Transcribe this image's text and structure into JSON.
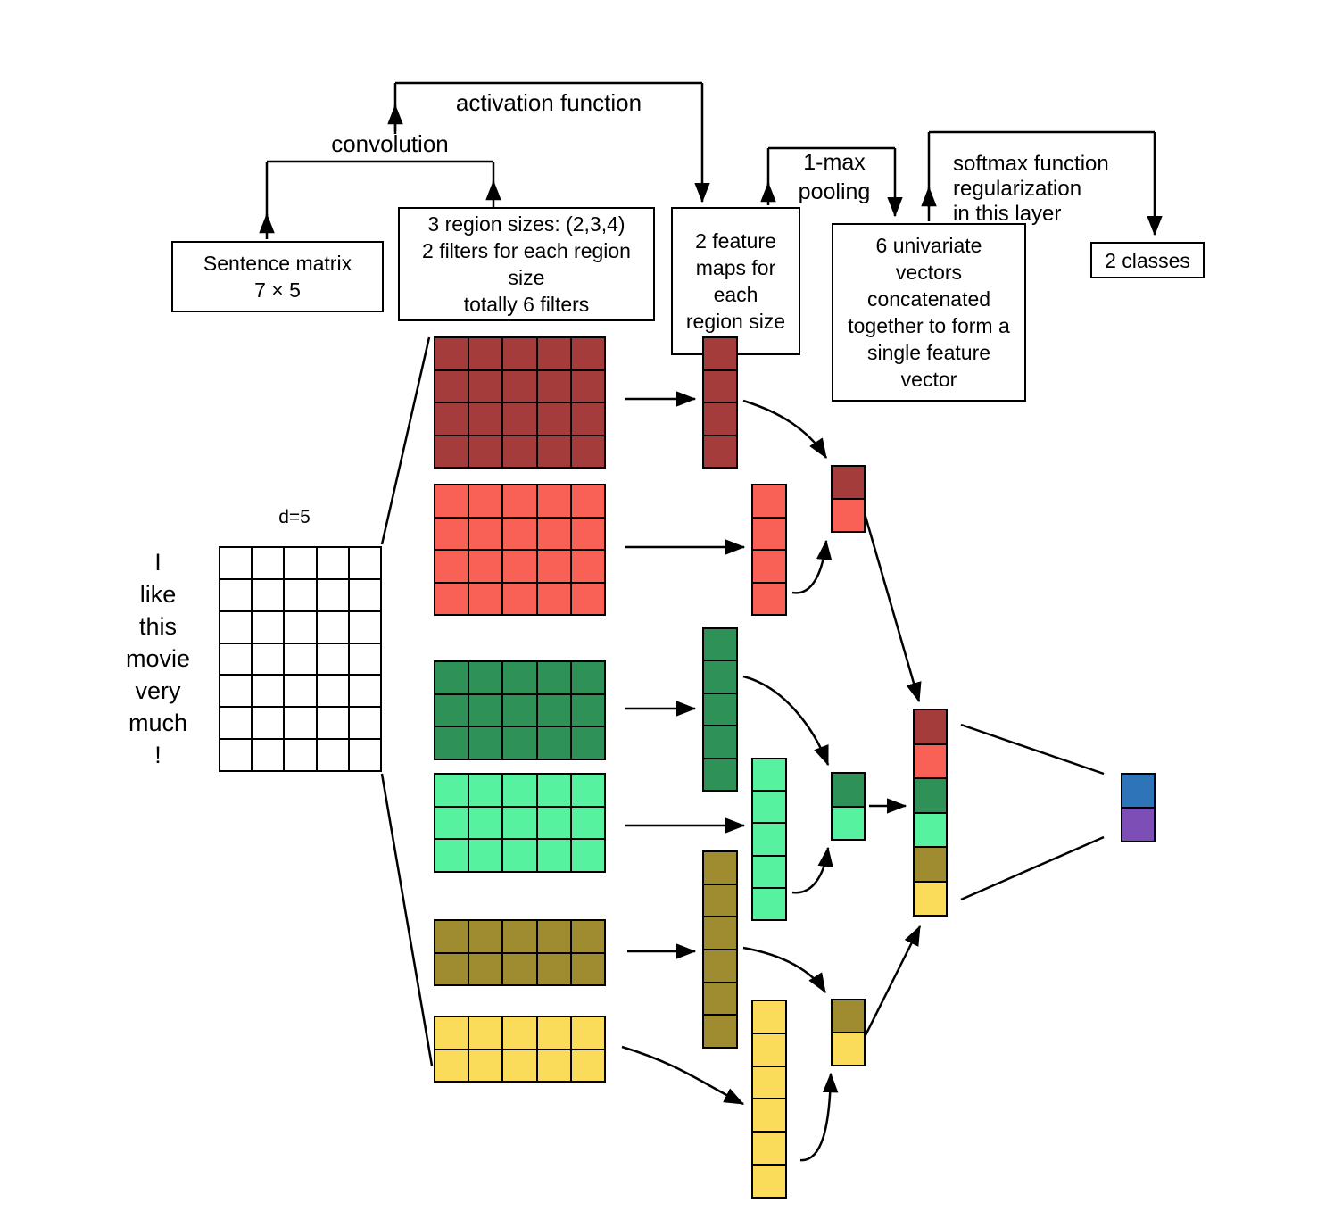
{
  "labels": {
    "activation_function": "activation function",
    "convolution": "convolution",
    "pooling": [
      "1-max",
      "pooling"
    ],
    "softmax": [
      "softmax function",
      "regularization",
      "in this layer"
    ],
    "d": "d=5"
  },
  "boxes": {
    "sentence_matrix": [
      "Sentence matrix",
      "7 × 5"
    ],
    "region_sizes": [
      "3 region sizes: (2,3,4)",
      "2 filters for each region",
      "size",
      "totally 6 filters"
    ],
    "feature_maps": [
      "2 feature",
      "maps for",
      "each",
      "region size"
    ],
    "univariate": [
      "6 univariate",
      "vectors",
      "concatenated",
      "together to form a",
      "single feature",
      "vector"
    ],
    "classes": [
      "2 classes"
    ]
  },
  "sentence": {
    "words": [
      "I",
      "like",
      "this",
      "movie",
      "very",
      "much",
      "!"
    ]
  },
  "colors": {
    "white": "#FFFFFF",
    "dark_red": "#A43C3C",
    "salmon": "#F96056",
    "dark_green": "#2E9157",
    "mint": "#57F2A0",
    "olive": "#A08C30",
    "yellow": "#FBDC5A",
    "blue": "#2E74B8",
    "purple": "#7C4EB6"
  },
  "grids": {
    "sentence_matrix": {
      "rows": 7,
      "cols": 5,
      "fill": "white"
    },
    "filter_region4_1": {
      "rows": 4,
      "cols": 5,
      "fill": "dark_red"
    },
    "filter_region4_2": {
      "rows": 4,
      "cols": 5,
      "fill": "salmon"
    },
    "filter_region3_1": {
      "rows": 3,
      "cols": 5,
      "fill": "dark_green"
    },
    "filter_region3_2": {
      "rows": 3,
      "cols": 5,
      "fill": "mint"
    },
    "filter_region2_1": {
      "rows": 2,
      "cols": 5,
      "fill": "olive"
    },
    "filter_region2_2": {
      "rows": 2,
      "cols": 5,
      "fill": "yellow"
    },
    "feature_map_region4_1": {
      "rows": 4,
      "cols": 1,
      "fill": "dark_red"
    },
    "feature_map_region4_2": {
      "rows": 4,
      "cols": 1,
      "fill": "salmon"
    },
    "feature_map_region3_1": {
      "rows": 5,
      "cols": 1,
      "fill": "dark_green"
    },
    "feature_map_region3_2": {
      "rows": 5,
      "cols": 1,
      "fill": "mint"
    },
    "feature_map_region2_1": {
      "rows": 6,
      "cols": 1,
      "fill": "olive"
    },
    "feature_map_region2_2": {
      "rows": 6,
      "cols": 1,
      "fill": "yellow"
    },
    "pooled_region4": {
      "rows": 2,
      "cols": 1,
      "cells": [
        "dark_red",
        "salmon"
      ]
    },
    "pooled_region3": {
      "rows": 2,
      "cols": 1,
      "cells": [
        "dark_green",
        "mint"
      ]
    },
    "pooled_region2": {
      "rows": 2,
      "cols": 1,
      "cells": [
        "olive",
        "yellow"
      ]
    },
    "feature_vector": {
      "rows": 6,
      "cols": 1,
      "cells": [
        "dark_red",
        "salmon",
        "dark_green",
        "mint",
        "olive",
        "yellow"
      ]
    },
    "output_classes": {
      "rows": 2,
      "cols": 1,
      "cells": [
        "blue",
        "purple"
      ]
    }
  }
}
